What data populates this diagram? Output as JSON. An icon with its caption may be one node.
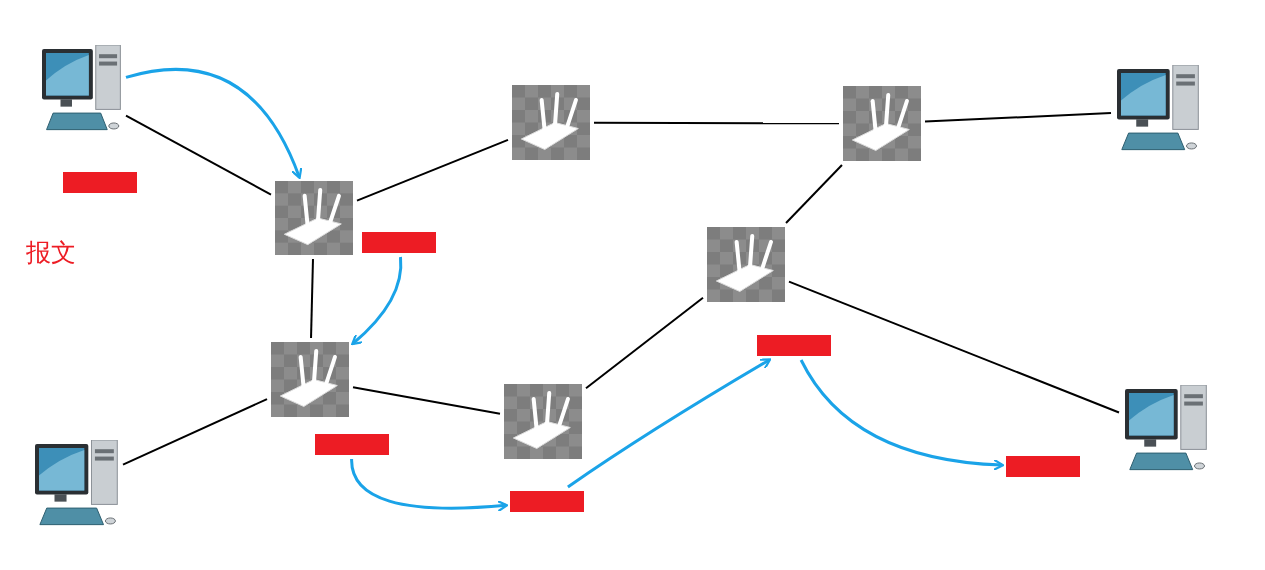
{
  "diagram": {
    "nodes": [
      {
        "text": [],
        "shape": "picture"
      },
      {
        "text": [],
        "shape": "bar"
      },
      {
        "text": [],
        "shape": "picture"
      },
      {
        "text": [],
        "shape": "bar"
      },
      {
        "text": [],
        "shape": "picture"
      },
      {
        "text": [],
        "shape": "picture"
      },
      {
        "text": [],
        "shape": "picture"
      },
      {
        "text": [],
        "shape": "picture"
      },
      {
        "text": [],
        "shape": "bar"
      },
      {
        "text": [],
        "shape": "picture"
      },
      {
        "text": [],
        "shape": "bar"
      },
      {
        "text": [],
        "shape": "picture"
      },
      {
        "text": [],
        "shape": "picture"
      },
      {
        "text": [],
        "shape": "bar"
      },
      {
        "text": [],
        "shape": "picture"
      },
      {
        "text": [],
        "shape": "bar"
      }
    ],
    "edges": [
      {
        "from": 0,
        "to": 2,
        "arrow": "none"
      },
      {
        "from": 2,
        "to": 4,
        "arrow": "none"
      },
      {
        "from": 4,
        "to": 5,
        "arrow": "none"
      },
      {
        "from": 5,
        "to": 6,
        "arrow": "none"
      },
      {
        "from": 5,
        "to": 7,
        "arrow": "none"
      },
      {
        "from": 2,
        "to": 9,
        "arrow": "none"
      },
      {
        "from": 9,
        "to": 11,
        "arrow": "none"
      },
      {
        "from": 9,
        "to": 12,
        "arrow": "none"
      },
      {
        "from": 12,
        "to": 7,
        "arrow": "none"
      },
      {
        "from": 7,
        "to": 14,
        "arrow": "none"
      },
      {
        "from": 0,
        "to": 2,
        "arrow": "to",
        "color": "#1aa3e8"
      },
      {
        "from": 3,
        "to": 9,
        "arrow": "to",
        "color": "#1aa3e8"
      },
      {
        "from": 10,
        "to": 13,
        "arrow": "to",
        "color": "#1aa3e8"
      },
      {
        "from": 13,
        "to": 8,
        "arrow": "to",
        "color": "#1aa3e8"
      },
      {
        "from": 8,
        "to": 15,
        "arrow": "to",
        "color": "#1aa3e8"
      }
    ],
    "labels": [
      "报文"
    ]
  }
}
